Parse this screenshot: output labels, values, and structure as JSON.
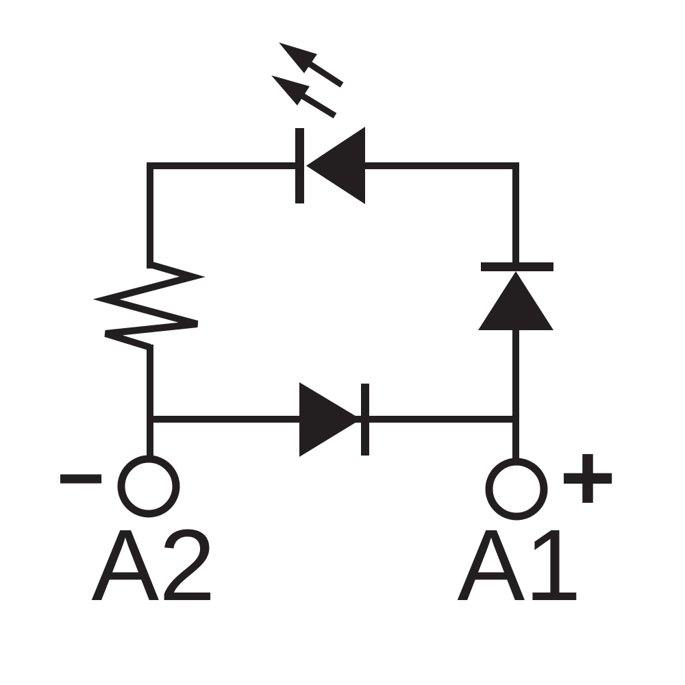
{
  "diagram": {
    "type": "circuit-schematic",
    "colors": {
      "ink": "#231f20",
      "background": "#ffffff"
    },
    "symbols": [
      {
        "name": "led-symbol"
      },
      {
        "name": "resistor-symbol"
      },
      {
        "name": "diode-symbol-right-branch"
      },
      {
        "name": "diode-symbol-bottom-branch"
      },
      {
        "name": "terminal-circle-symbol"
      }
    ],
    "terminals": {
      "a2": {
        "label": "A2",
        "polarity": "−"
      },
      "a1": {
        "label": "A1",
        "polarity": "+"
      }
    }
  }
}
